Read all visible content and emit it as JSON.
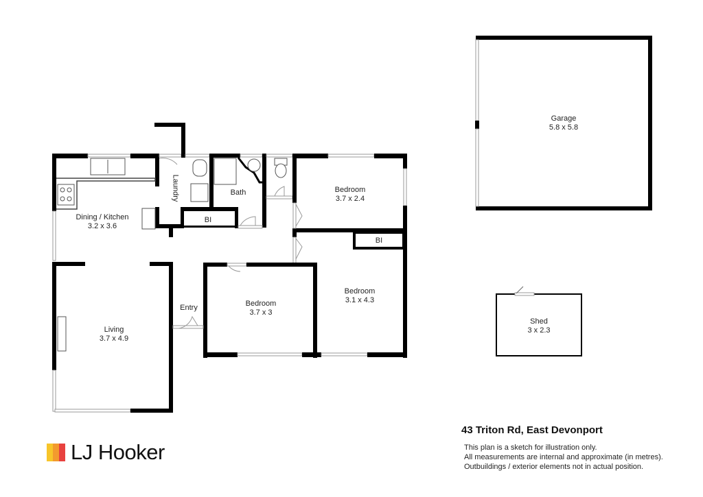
{
  "rooms": {
    "garage": {
      "name": "Garage",
      "size": "5.8 x 5.8"
    },
    "dining_kitchen": {
      "name": "Dining / Kitchen",
      "size": "3.2 x 3.6"
    },
    "laundry": {
      "name": "Laundry"
    },
    "bath": {
      "name": "Bath"
    },
    "bi_1": {
      "name": "BI"
    },
    "bi_2": {
      "name": "BI"
    },
    "bedroom_1": {
      "name": "Bedroom",
      "size": "3.7 x 2.4"
    },
    "bedroom_2": {
      "name": "Bedroom",
      "size": "3.1 x 4.3"
    },
    "bedroom_3": {
      "name": "Bedroom",
      "size": "3.7 x 3"
    },
    "living": {
      "name": "Living",
      "size": "3.7 x 4.9"
    },
    "entry": {
      "name": "Entry"
    },
    "shed": {
      "name": "Shed",
      "size": "3 x 2.3"
    }
  },
  "address": "43 Triton Rd, East Devonport",
  "disclaimer": [
    "This plan is a sketch for illustration only.",
    "All measurements are internal and approximate (in metres).",
    "Outbuildings / exterior elements not in actual position."
  ],
  "logo": {
    "text": "LJ Hooker",
    "colors": [
      "#f7c52a",
      "#f39a2e",
      "#e8423f"
    ]
  }
}
